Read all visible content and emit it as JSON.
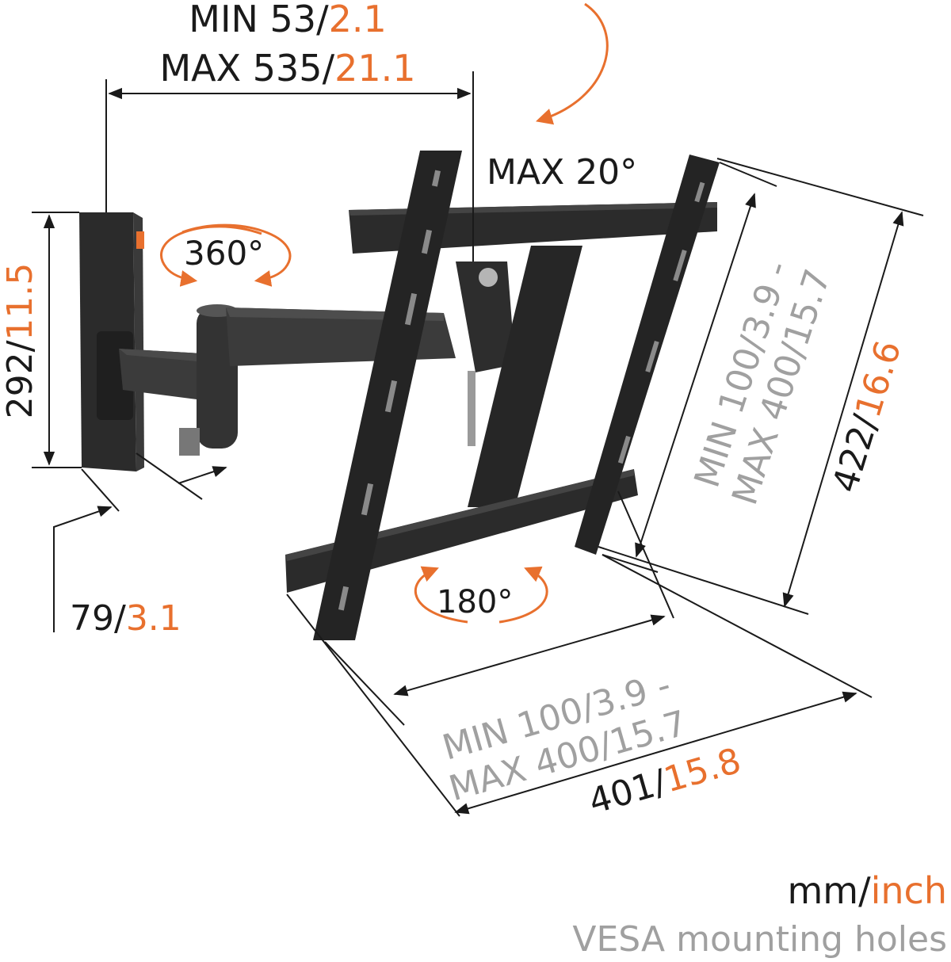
{
  "labels": {
    "min_extension_mm": "MIN 53/",
    "min_extension_in": "2.1",
    "max_extension_mm": "MAX 535/",
    "max_extension_in": "21.1",
    "tilt": "MAX 20°",
    "rotate_360": "360°",
    "rotate_180": "180°",
    "wall_height_mm": "292/",
    "wall_height_in": "11.5",
    "wall_depth_mm": "79/",
    "wall_depth_in": "3.1",
    "vesa_vertical_line1_mm": "MIN 100/",
    "vesa_vertical_line1_in": "3.9 -",
    "vesa_vertical_line2_mm": "MAX 400/",
    "vesa_vertical_line2_in": "15.7",
    "height_total_mm": "422/",
    "height_total_in": "16.6",
    "vesa_horizontal_line1_mm": "MIN 100/",
    "vesa_horizontal_line1_in": "3.9 -",
    "vesa_horizontal_line2_mm": "MAX 400/",
    "vesa_horizontal_line2_in": "15.7",
    "width_total_mm": "401/",
    "width_total_in": "15.8",
    "units_mm": "mm/",
    "units_inch": "inch",
    "vesa_caption": "VESA mounting holes"
  },
  "colors": {
    "accent_orange": "#e8702e",
    "text_dark": "#1a1a1a",
    "text_grey": "#a0a0a0",
    "product_black": "#2b2b2b"
  }
}
